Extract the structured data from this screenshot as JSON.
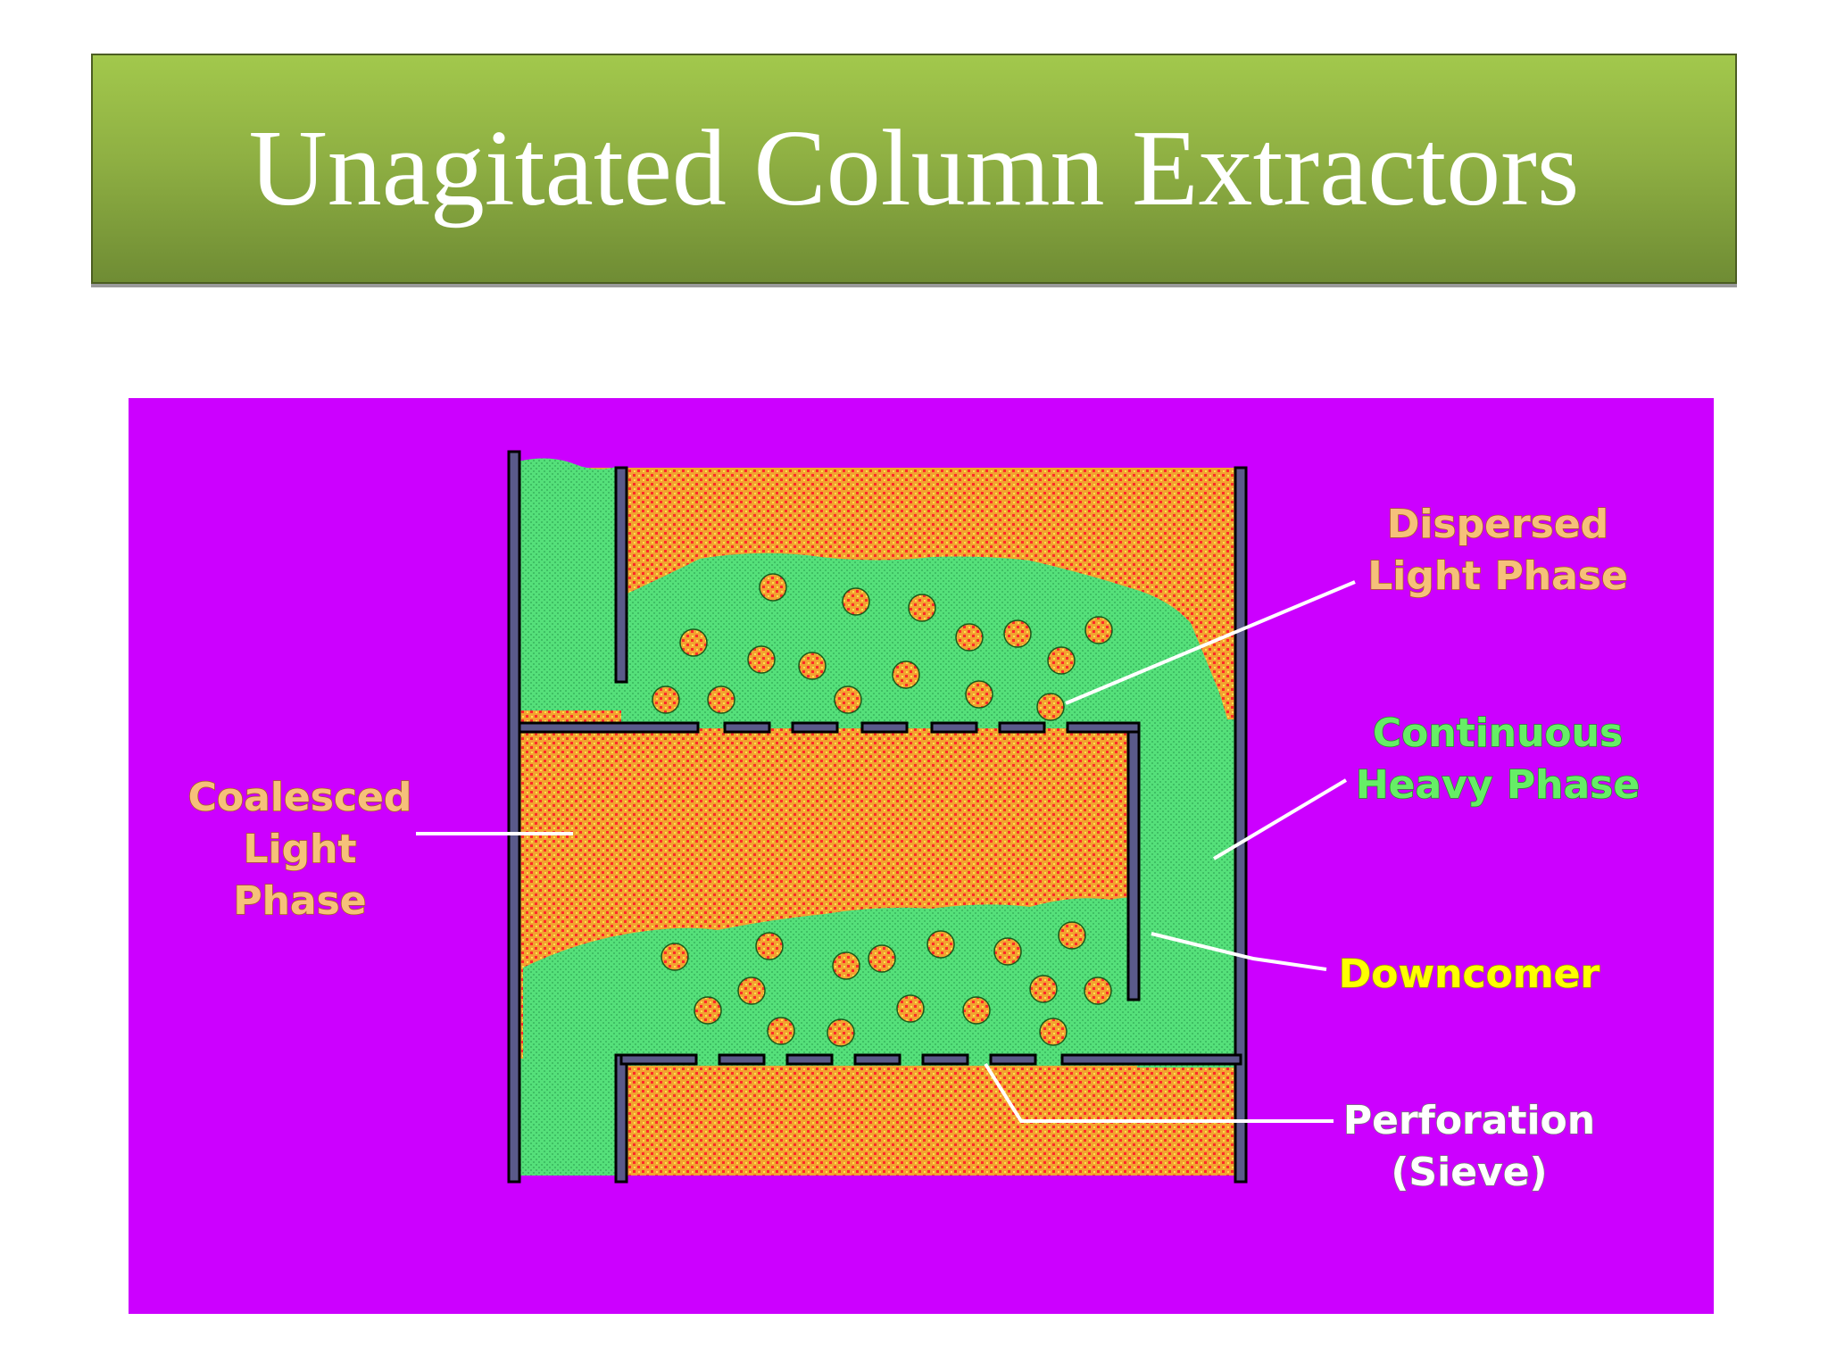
{
  "slide": {
    "title": "Unagitated Column Extractors"
  },
  "diagram": {
    "labels": {
      "dispersed_line1": "Dispersed",
      "dispersed_line2": "Light Phase",
      "continuous_line1": "Continuous",
      "continuous_line2": "Heavy Phase",
      "coalesced_line1": "Coalesced",
      "coalesced_line2": "Light",
      "coalesced_line3": "Phase",
      "downcomer": "Downcomer",
      "perforation_line1": "Perforation",
      "perforation_line2": "(Sieve)"
    },
    "colors": {
      "background": "#cc00ff",
      "heavy_phase": "#55e07a",
      "light_phase": "#f2a330",
      "light_phase_dots": "#ff2a2a",
      "wall": "#5a5a8a",
      "label_light": "#f6c07a",
      "label_heavy": "#66ee66",
      "label_downcomer": "#ffff00",
      "label_perforation": "#ffffff"
    }
  }
}
